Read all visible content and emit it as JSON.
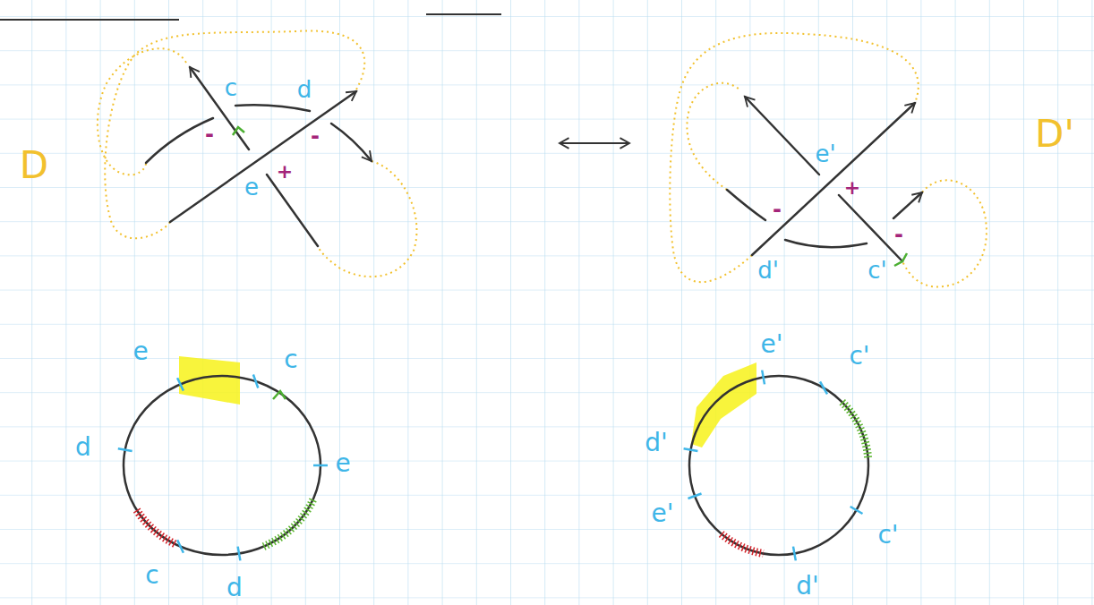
{
  "diagram": {
    "labels": [
      "c",
      "d",
      "-",
      "-",
      "e",
      "+",
      "D",
      "e'",
      "+",
      "-",
      "d'",
      "c'",
      "-",
      "D'",
      "e",
      "c",
      "d",
      "e",
      "c",
      "d",
      "e'",
      "c'",
      "d'",
      "e'",
      "c'",
      "d'"
    ]
  }
}
